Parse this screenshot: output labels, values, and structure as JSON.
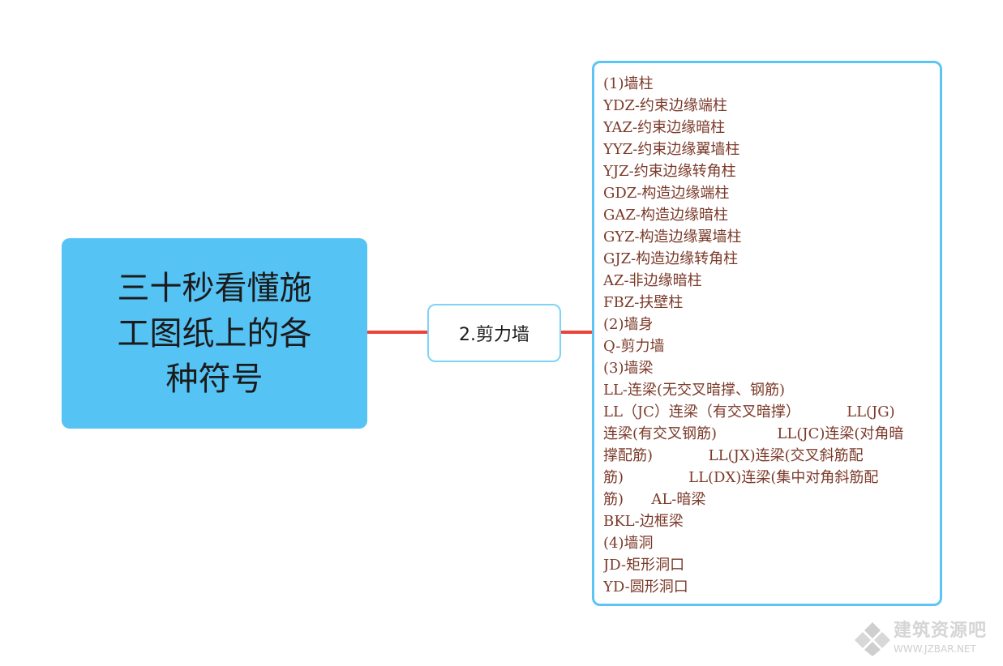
{
  "root": {
    "title": "三十秒看懂施\n工图纸上的各\n种符号"
  },
  "branch": {
    "label": "2.剪力墙"
  },
  "detail": {
    "lines": [
      "(1)墙柱",
      "YDZ-约束边缘端柱",
      "YAZ-约束边缘暗柱",
      "YYZ-约束边缘翼墙柱",
      "YJZ-约束边缘转角柱",
      "GDZ-构造边缘端柱",
      "GAZ-构造边缘暗柱",
      "GYZ-构造边缘翼墙柱",
      "GJZ-构造边缘转角柱",
      "AZ-非边缘暗柱",
      "FBZ-扶壁柱",
      "(2)墙身",
      "Q-剪力墙",
      "(3)墙梁",
      "LL-连梁(无交叉暗撑、钢筋)",
      "LL（JC）连梁（有交叉暗撑）          LL(JG)",
      "连梁(有交叉钢筋)             LL(JC)连梁(对角暗",
      "撑配筋)            LL(JX)连梁(交叉斜筋配",
      "筋)              LL(DX)连梁(集中对角斜筋配",
      "筋)      AL-暗梁",
      "BKL-边框梁",
      "(4)墙洞",
      "JD-矩形洞口",
      "YD-圆形洞口"
    ]
  },
  "colors": {
    "root_fill": "#56c3f5",
    "branch_border": "#7fd3f7",
    "detail_border": "#5cc5f5",
    "connector": "#e8443a",
    "detail_text": "#7b3a2a"
  },
  "watermark": {
    "text": "建筑资源吧",
    "url": "WWW.JZBAR.NET",
    "icon": "diamond-logo-icon"
  }
}
